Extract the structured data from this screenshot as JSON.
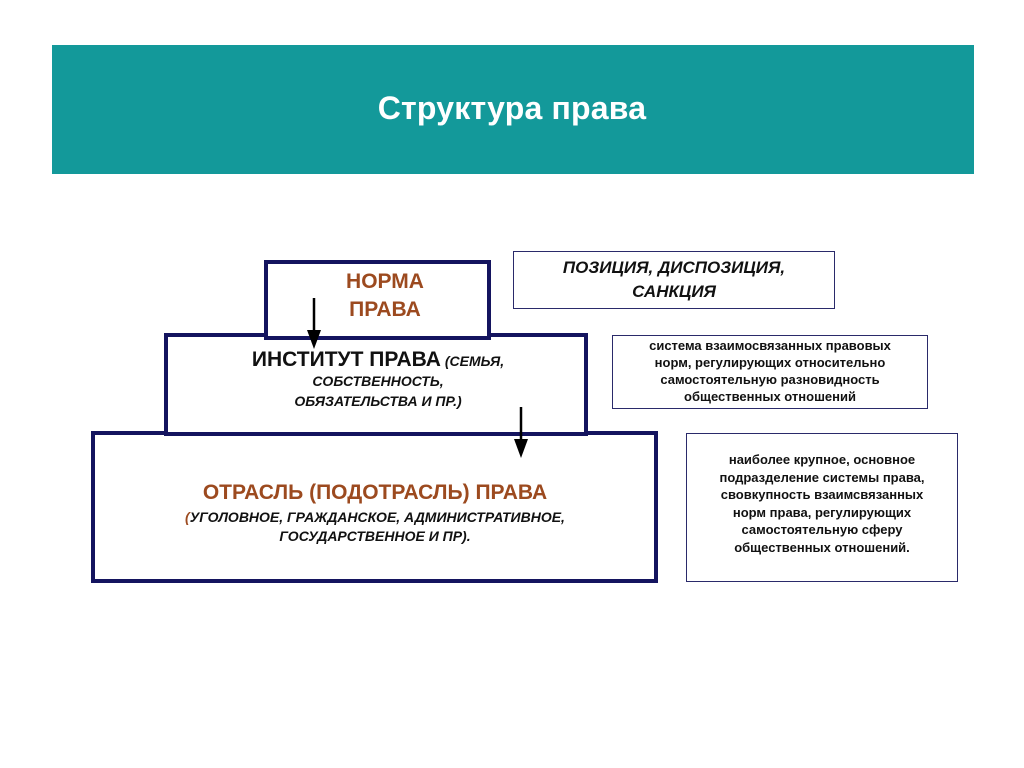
{
  "header": {
    "title": "Структура права",
    "bg_color": "#13999a"
  },
  "pyramid": {
    "norm": {
      "line1": "НОРМА",
      "line2": "ПРАВА"
    },
    "institute": {
      "main": "ИНСТИТУТ ПРАВА",
      "paren_line1": " (СЕМЬЯ,",
      "paren_line2": "СОБСТВЕННОСТЬ,",
      "paren_line3": "ОБЯЗАТЕЛЬСТВА И ПР.)"
    },
    "branch": {
      "main": "ОТРАСЛЬ  (ПОДОТРАСЛЬ) ПРАВА",
      "paren_open": "(",
      "paren_line1": "УГОЛОВНОЕ, ГРАЖДАНСКОЕ, АДМИНИСТРАТИВНОЕ,",
      "paren_line2": "ГОСУДАРСТВЕННОЕ И ПР)."
    },
    "accent_color": "#9c4a1f",
    "border_color": "#14145f"
  },
  "definitions": {
    "sanction": {
      "line1": "ПОЗИЦИЯ, ДИСПОЗИЦИЯ,",
      "line2": "САНКЦИЯ"
    },
    "institute_def": {
      "line1": "система взаимосвязанных правовых",
      "line2": "норм, регулирующих относительно",
      "line3": "самостоятельную разновидность",
      "line4": "общественных отношений"
    },
    "branch_def": {
      "line1": "наиболее крупное, основное",
      "line2": "подразделение системы права,",
      "line3": "свовкупность взаимсвязанных",
      "line4": "норм права, регулирующих",
      "line5": "самостоятельную  сферу",
      "line6": "общественных отношений."
    }
  }
}
